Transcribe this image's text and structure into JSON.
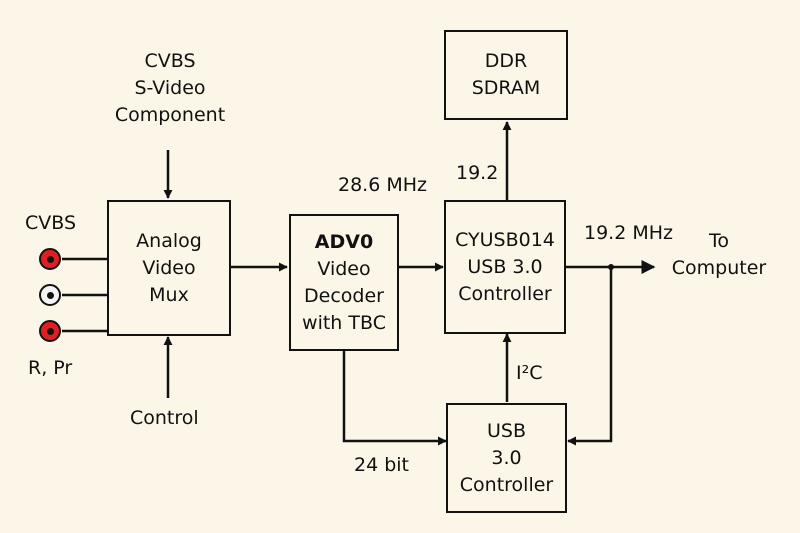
{
  "colors": {
    "background": "#fbf6e8",
    "jack_red": "#e02020",
    "jack_white": "#f4f4f4"
  },
  "inputs": {
    "top_lines": [
      "CVBS",
      "S-Video",
      "Component"
    ],
    "left_top": "CVBS",
    "left_bottom": "R, Pr",
    "control": "Control"
  },
  "blocks": {
    "mux": [
      "Analog",
      "Video",
      "Mux"
    ],
    "decoder": {
      "title": "ADV0",
      "lines": [
        "Video",
        "Decoder",
        "with TBC"
      ]
    },
    "cyusb": [
      "CYUSB014",
      "USB 3.0",
      "Controller"
    ],
    "ddr": [
      "DDR",
      "SDRAM"
    ],
    "usb": [
      "USB",
      "3.0",
      "Controller"
    ]
  },
  "signals": {
    "clock_decoder": "28.6 MHz",
    "ddr_link": "19.2",
    "usb_clock": "19.2 MHz",
    "i2c": "I²C",
    "bus_width": "24 bit",
    "output": [
      "To",
      "Computer"
    ]
  },
  "jacks": [
    {
      "name": "cvbs-jack",
      "color": "jack_red"
    },
    {
      "name": "white-jack",
      "color": "jack_white"
    },
    {
      "name": "r-pr-jack",
      "color": "jack_red"
    }
  ]
}
